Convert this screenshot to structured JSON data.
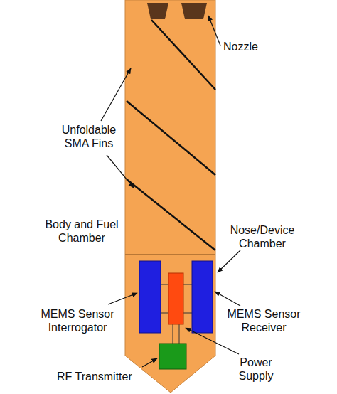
{
  "diagram": {
    "labels": [
      "Nozzle",
      "Unfoldable SMA Fins",
      "Body and Fuel Chamber",
      "Nose/Device Chamber",
      "MEMS Sensor Interrogator",
      "MEMS Sensor Receiver",
      "Power Supply",
      "RF Transmitter"
    ]
  }
}
